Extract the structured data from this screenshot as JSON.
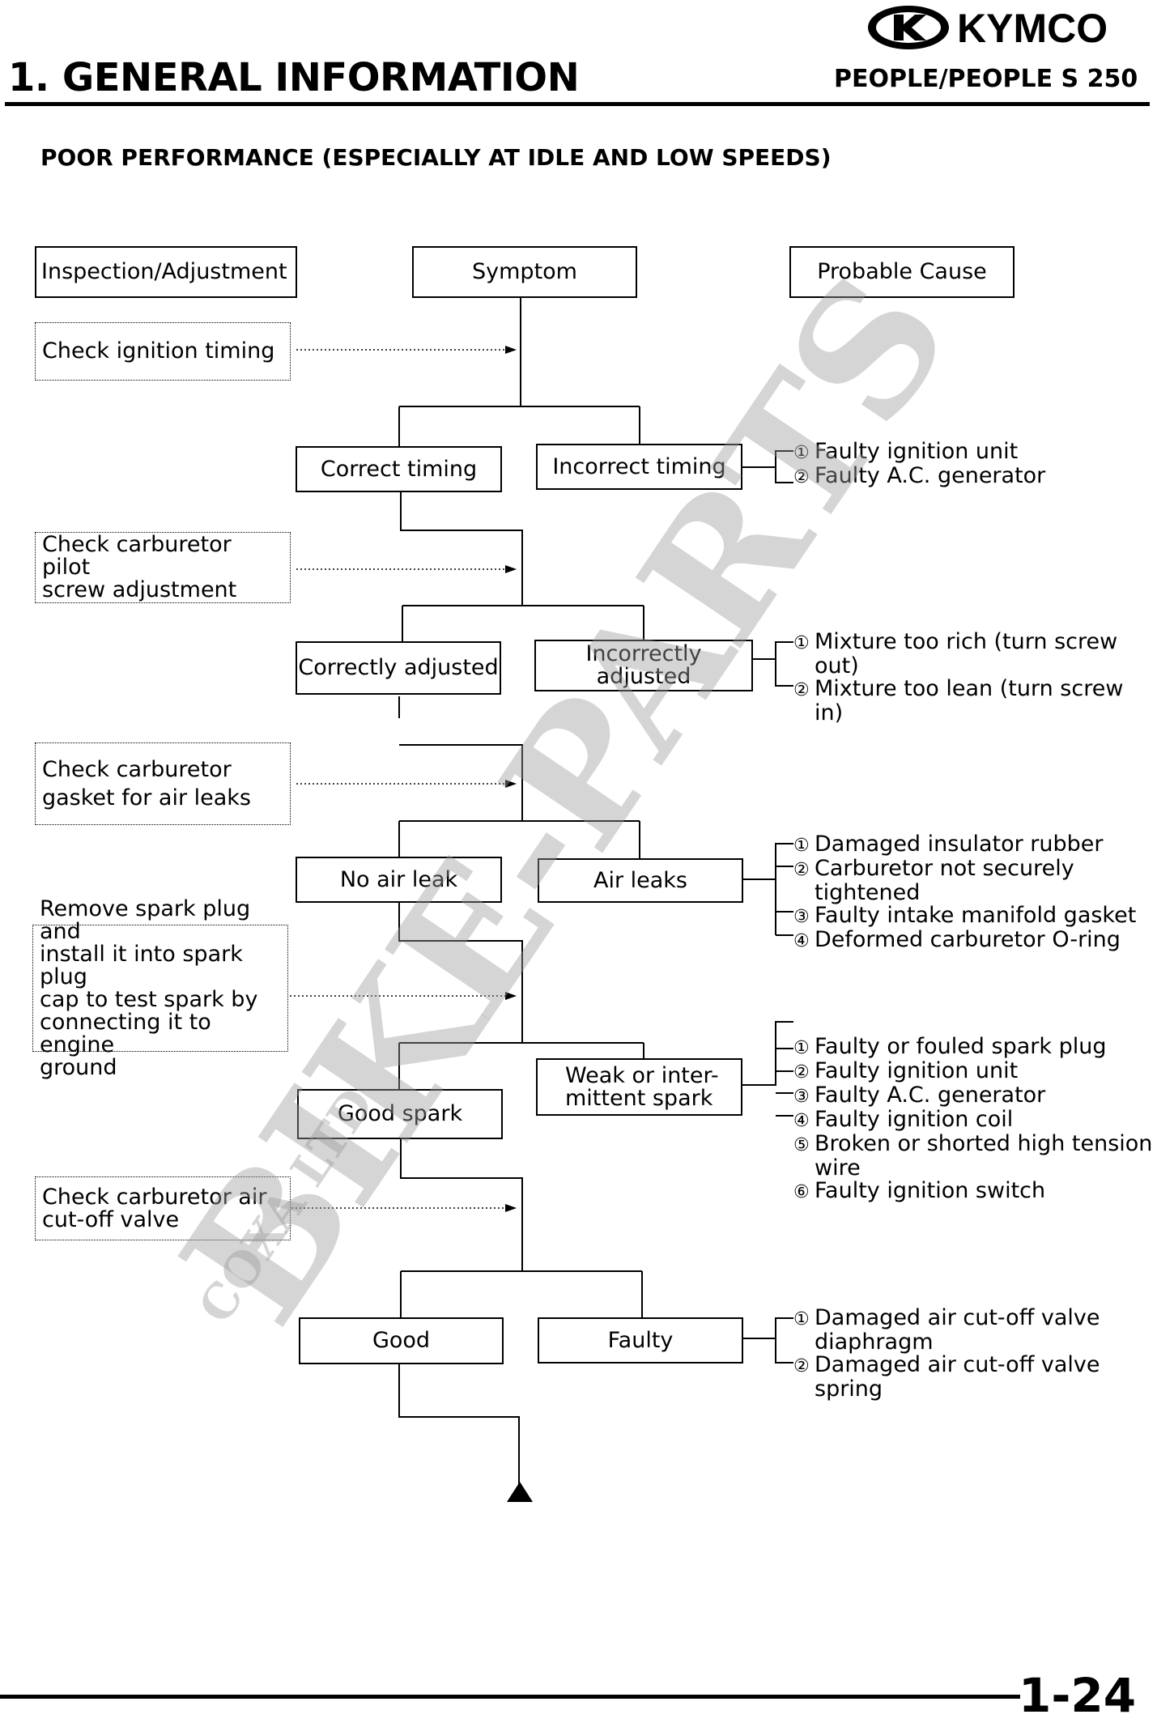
{
  "header": {
    "brand": "KYMCO",
    "chapter": "1. GENERAL INFORMATION",
    "model": "PEOPLE/PEOPLE S 250"
  },
  "section_title": "POOR PERFORMANCE (ESPECIALLY AT IDLE AND LOW SPEEDS)",
  "columns": {
    "inspection": "Inspection/Adjustment",
    "symptom": "Symptom",
    "cause": "Probable Cause"
  },
  "steps": [
    {
      "check_lines": [
        "Check ignition timing"
      ],
      "good": "Correct timing",
      "bad": "Incorrect timing",
      "causes": [
        {
          "num": "①",
          "lines": [
            "Faulty ignition unit"
          ]
        },
        {
          "num": "②",
          "lines": [
            "Faulty A.C. generator"
          ]
        }
      ]
    },
    {
      "check_lines": [
        "Check carburetor pilot",
        "screw adjustment"
      ],
      "good": "Correctly adjusted",
      "bad": "Incorrectly adjusted",
      "causes": [
        {
          "num": "①",
          "lines": [
            "Mixture too rich (turn screw",
            "out)"
          ]
        },
        {
          "num": "②",
          "lines": [
            "Mixture too lean (turn screw",
            "in)"
          ]
        }
      ]
    },
    {
      "check_lines": [
        "Check carburetor",
        "gasket for air leaks"
      ],
      "good": "No air leak",
      "bad": "Air leaks",
      "causes": [
        {
          "num": "①",
          "lines": [
            "Damaged insulator rubber"
          ]
        },
        {
          "num": "②",
          "lines": [
            "Carburetor not securely",
            "tightened"
          ]
        },
        {
          "num": "③",
          "lines": [
            "Faulty intake manifold gasket"
          ]
        },
        {
          "num": "④",
          "lines": [
            "Deformed carburetor O-ring"
          ]
        }
      ]
    },
    {
      "check_lines": [
        "Remove spark plug and",
        "install it into spark plug",
        "cap to test spark by",
        "connecting it to engine",
        "ground"
      ],
      "good": "Good spark",
      "bad_lines": [
        "Weak or inter-",
        "mittent spark"
      ],
      "causes": [
        {
          "num": "①",
          "lines": [
            "Faulty or fouled spark plug"
          ]
        },
        {
          "num": "②",
          "lines": [
            "Faulty ignition unit"
          ]
        },
        {
          "num": "③",
          "lines": [
            "Faulty A.C. generator"
          ]
        },
        {
          "num": "④",
          "lines": [
            "Faulty ignition coil"
          ]
        },
        {
          "num": "⑤",
          "lines": [
            "Broken or shorted high tension",
            "wire"
          ]
        },
        {
          "num": "⑥",
          "lines": [
            "Faulty ignition switch"
          ]
        }
      ]
    },
    {
      "check_lines": [
        "Check carburetor air",
        "cut-off valve"
      ],
      "good": "Good",
      "bad": "Faulty",
      "causes": [
        {
          "num": "①",
          "lines": [
            "Damaged air cut-off valve",
            "diaphragm"
          ]
        },
        {
          "num": "②",
          "lines": [
            "Damaged air cut-off valve",
            "spring"
          ]
        }
      ]
    }
  ],
  "watermark": {
    "main": "BIKE-PARTS",
    "sub": "COXA LTD"
  },
  "footer": {
    "page": "1-24"
  }
}
